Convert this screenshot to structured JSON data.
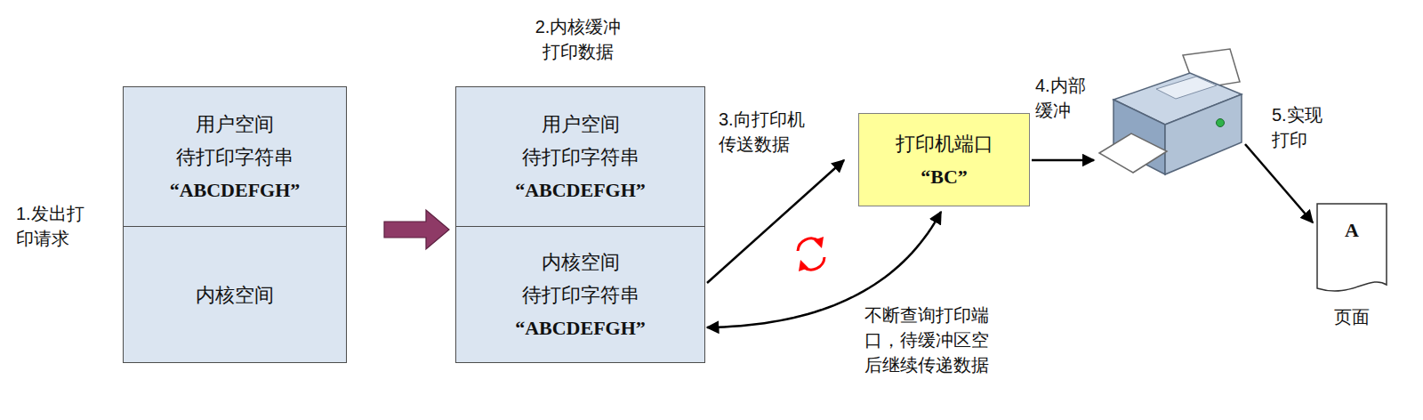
{
  "diagram": {
    "nodes": [
      {
        "text": [
          "用户空间 待打印字符串",
          "“ABCDEFGH”"
        ]
      },
      {
        "text": [
          "内核空间"
        ]
      },
      {
        "text": [
          "用户空间 待打印字符串",
          "“ABCDEFGH”"
        ]
      },
      {
        "text": [
          "内核空间 待打印字符串",
          "“ABCDEFGH”"
        ]
      },
      {
        "text": [
          "打印机端口",
          "“BC”"
        ]
      },
      {
        "text": [
          "A",
          "页面"
        ]
      }
    ],
    "edges": [
      {
        "from": 0,
        "to": 1,
        "arrow": "to"
      },
      {
        "from": 1,
        "to": 3,
        "arrow": "to"
      },
      {
        "from": 3,
        "to": 4,
        "arrow": "to",
        "label": "3.向打印机传送数据"
      },
      {
        "from": 3,
        "to": 4,
        "arrow": "both",
        "label": "不断查询打印端口，待缓冲区空后继续传递数据"
      }
    ],
    "labels": [
      "1.发出打印请求",
      "2.内核缓冲 打印数据",
      "4.内部缓冲",
      "5.实现打印"
    ]
  }
}
